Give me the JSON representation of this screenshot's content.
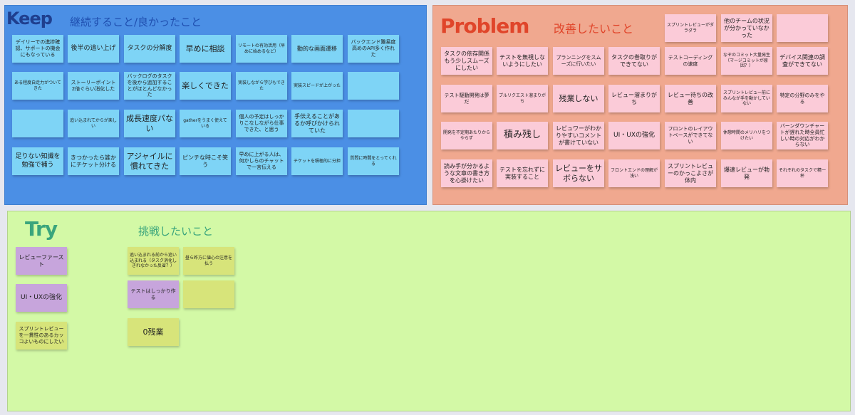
{
  "keep": {
    "title": "Keep",
    "subtitle": "継続すること/良かったこと",
    "notes": [
      "デイリーでの進捗確認、サポートの機会にもなっている",
      "後半の追い上げ",
      "タスクの分解度",
      "早めに相談",
      "リモートの有効活用（早めに始めるなど）",
      "動的な画面遷移",
      "バックエンド難易度高めのAPI多く作れた",
      "ある程度自走力がついてきた",
      "ストーリーポイント2倍ぐらい消化した",
      "バックログのタスクを後から追加することがほとんどなかった",
      "楽しくできた",
      "実装しながら学びもできた",
      "実装スピードが上がった",
      "",
      "",
      "追い込まれてからが楽しい",
      "成長速度パない",
      "gatherをうまく使えている",
      "個人の予定はしっかりこなしながら仕事できた、と思う",
      "手伝えることがあるか呼びかけられていた",
      "",
      "足りない知識を勉強で補う",
      "きつかったら誰かにチケット分ける",
      "アジャイルに慣れてきた",
      "ピンチな時こそ笑う",
      "早めに上がる人は、何かしらのチャットで一言伝える",
      "チケットを積極的に分担",
      "質問に時間をとってくれる"
    ]
  },
  "problem": {
    "title": "Problem",
    "subtitle": "改善したいこと",
    "top_notes": [
      "スプリントレビューがダラダラ",
      "他のチームの状況が分かっていなかった",
      ""
    ],
    "notes": [
      "タスクの依存関係もう少しスムーズにしたい",
      "テストを無視しないようにしたい",
      "プランニングをスムーズに行いたい",
      "タスクの巻取りができてない",
      "テストコーディングの速度",
      "なぞのコミット大量発生（マージコミットが原因？）",
      "デバイス関連の調査ができてない",
      "テスト駆動開発は夢だ",
      "プルリクエスト溜まりがち",
      "残業しない",
      "レビュー溜まりがち",
      "レビュー待ちの改善",
      "スプリントレビュー前にみんなが手を動かしていない",
      "特定の分野のみをやる",
      "開発を不定期あたりからやらず",
      "積み残し",
      "レビュワーがわかりやすいコメントが書けていない",
      "UI・UXの強化",
      "フロントのレイアウトベースができてない",
      "休憩時間のメリハリをつけたい",
      "バーンダウンチャートが遅れた時全員忙しい時の対応がわからない",
      "読み手が分かるような文章の書き方を心掛けたい",
      "テストを忘れずに実装すること",
      "レビューをサボらない",
      "フロントエンドの理解が浅い",
      "スプリントレビューのかっこよさが体内",
      "爆速レビューが勃発",
      "それぞれのタスクで精一杯"
    ]
  },
  "try": {
    "title": "Try",
    "subtitle": "挑戦したいこと",
    "purple_notes": [
      "レビューファースト",
      "UI・UXの強化"
    ],
    "yellow_left_note": "スプリントレビューを一貫性のあるカッコよいものにしたい",
    "middle_notes": [
      "追い込まれる前から追い込まれる（タスク消化しきれなかった反省？）",
      "昼ら昨方に値心の注意を払う",
      "テストはしっかり作る",
      "",
      "0残業"
    ]
  },
  "colors": {
    "keep_bg": "#4b8fe5",
    "keep_note": "#7ed4f6",
    "keep_title": "#1f3f8f",
    "problem_bg": "#f0a88f",
    "problem_note": "#fbcbd8",
    "problem_title": "#e0452a",
    "try_bg": "#d3f9a6",
    "try_note_purple": "#c7a5dc",
    "try_note_yellow": "#d7e47a",
    "try_title": "#3aa57c"
  }
}
